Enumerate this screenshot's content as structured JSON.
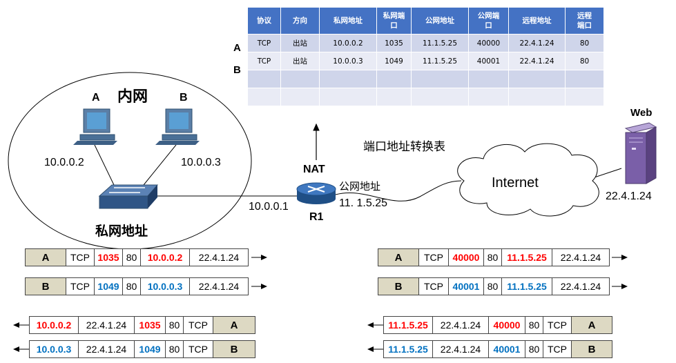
{
  "nat_table": {
    "headers": [
      "协议",
      "方向",
      "私网地址",
      "私网端口",
      "公网地址",
      "公网端口",
      "远程地址",
      "远程端口"
    ],
    "rows": [
      {
        "label": "A",
        "cells": [
          "TCP",
          "出站",
          "10.0.0.2",
          "1035",
          "11.1.5.25",
          "40000",
          "22.4.1.24",
          "80"
        ]
      },
      {
        "label": "B",
        "cells": [
          "TCP",
          "出站",
          "10.0.0.3",
          "1049",
          "11.1.5.25",
          "40001",
          "22.4.1.24",
          "80"
        ]
      },
      {
        "label": "",
        "cells": [
          "",
          "",
          "",
          "",
          "",
          "",
          "",
          ""
        ]
      },
      {
        "label": "",
        "cells": [
          "",
          "",
          "",
          "",
          "",
          "",
          "",
          ""
        ]
      }
    ],
    "caption": "端口地址转换表"
  },
  "network": {
    "lan_title": "内网",
    "lan_caption": "私网地址",
    "host_a": {
      "name": "A",
      "ip": "10.0.0.2"
    },
    "host_b": {
      "name": "B",
      "ip": "10.0.0.3"
    },
    "router": {
      "name": "R1",
      "nat_label": "NAT",
      "lan_ip": "10.0.0.1",
      "public_label": "公网地址",
      "public_ip": "11. 1.5.25"
    },
    "cloud_label": "Internet",
    "web": {
      "name": "Web",
      "ip": "22.4.1.24"
    }
  },
  "packets": {
    "left_out_a": [
      "A",
      "TCP",
      "1035",
      "80",
      "10.0.0.2",
      "22.4.1.24"
    ],
    "left_out_b": [
      "B",
      "TCP",
      "1049",
      "80",
      "10.0.0.3",
      "22.4.1.24"
    ],
    "left_in_a": [
      "10.0.0.2",
      "22.4.1.24",
      "1035",
      "80",
      "TCP",
      "A"
    ],
    "left_in_b": [
      "10.0.0.3",
      "22.4.1.24",
      "1049",
      "80",
      "TCP",
      "B"
    ],
    "right_out_a": [
      "A",
      "TCP",
      "40000",
      "80",
      "11.1.5.25",
      "22.4.1.24"
    ],
    "right_out_b": [
      "B",
      "TCP",
      "40001",
      "80",
      "11.1.5.25",
      "22.4.1.24"
    ],
    "right_in_a": [
      "11.1.5.25",
      "22.4.1.24",
      "40000",
      "80",
      "TCP",
      "A"
    ],
    "right_in_b": [
      "11.1.5.25",
      "22.4.1.24",
      "40001",
      "80",
      "TCP",
      "B"
    ]
  },
  "colors": {
    "header_blue": "#4472c4",
    "red": "#ff0000",
    "blue": "#0070c0",
    "packet_head": "#ddd9c3"
  }
}
